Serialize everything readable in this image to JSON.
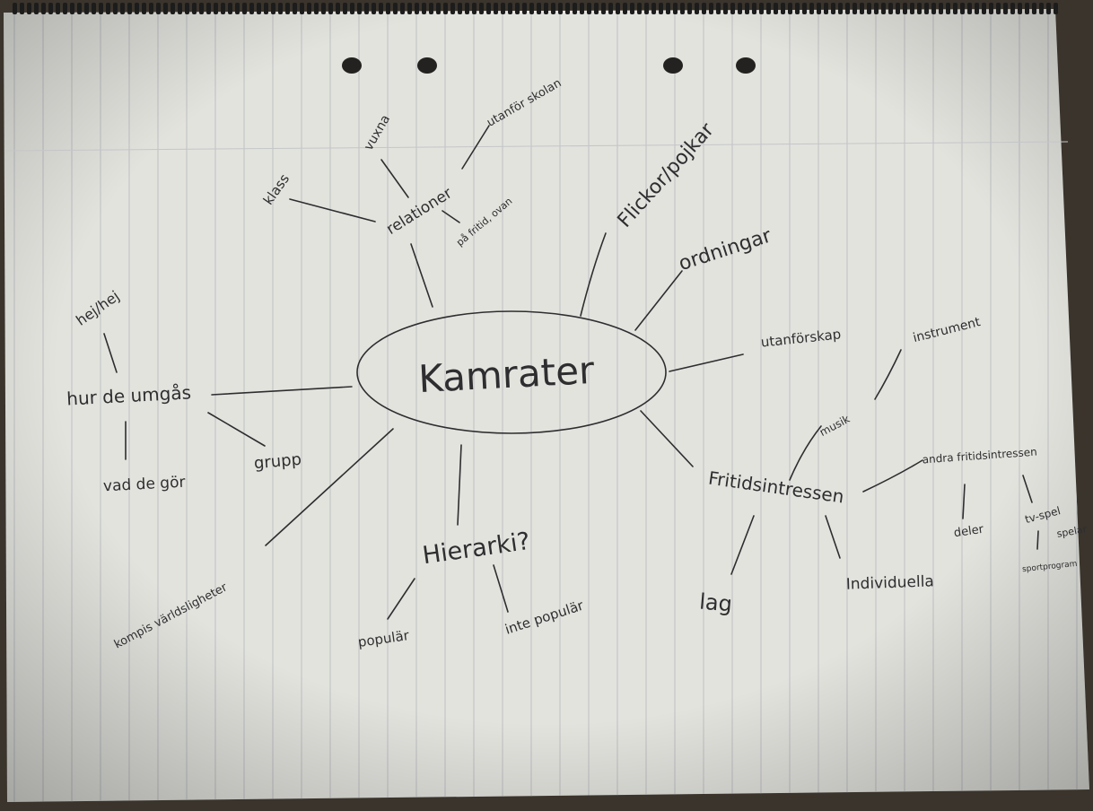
{
  "center": {
    "label": "Kamrater"
  },
  "branches": [
    {
      "id": "relationer",
      "label": "relationer"
    },
    {
      "id": "forskjell",
      "label": "Flickor/pojkar"
    },
    {
      "id": "ordninger",
      "label": "ordningar"
    },
    {
      "id": "utanforskap",
      "label": "utanförskap"
    },
    {
      "id": "fritid",
      "label": "Fritidsintressen"
    },
    {
      "id": "hierarki",
      "label": "Hierarki?"
    },
    {
      "id": "kompisvarld",
      "label": "kompis världsligheter"
    },
    {
      "id": "umgas",
      "label": "hur de umgås"
    }
  ],
  "subnodes": {
    "relationer": [
      "klass",
      "vuxna",
      "utanför skolan",
      "på fritid, ovan"
    ],
    "umgas": [
      "hej/hej",
      "vad de gör",
      "grupp"
    ],
    "hierarki": [
      "populär",
      "inte populär"
    ],
    "fritid": [
      "musik",
      "instrument",
      "andra fritidsintressen",
      "deler",
      "tv-spel",
      "spelar",
      "sportprogram",
      "Individuella",
      "lag"
    ]
  },
  "colors": {
    "paper": "#e3e3de",
    "line": "#b9bcc0",
    "ink": "#2e2e30",
    "spiral": "#1c1c1c"
  }
}
